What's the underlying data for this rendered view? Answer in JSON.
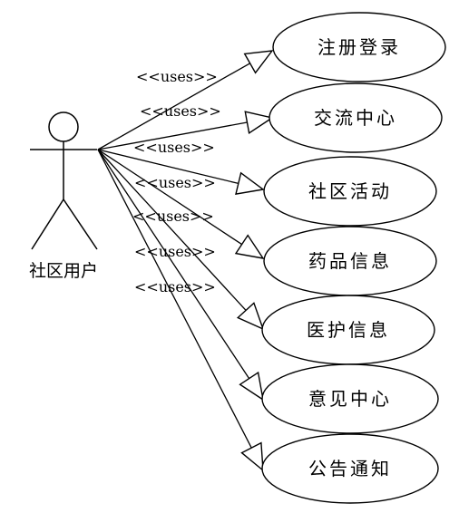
{
  "actor": {
    "label": "社区用户"
  },
  "stereotype": "<<uses>>",
  "use_cases": [
    {
      "label": "注册登录"
    },
    {
      "label": "交流中心"
    },
    {
      "label": "社区活动"
    },
    {
      "label": "药品信息"
    },
    {
      "label": "医护信息"
    },
    {
      "label": "意见中心"
    },
    {
      "label": "公告通知"
    }
  ]
}
